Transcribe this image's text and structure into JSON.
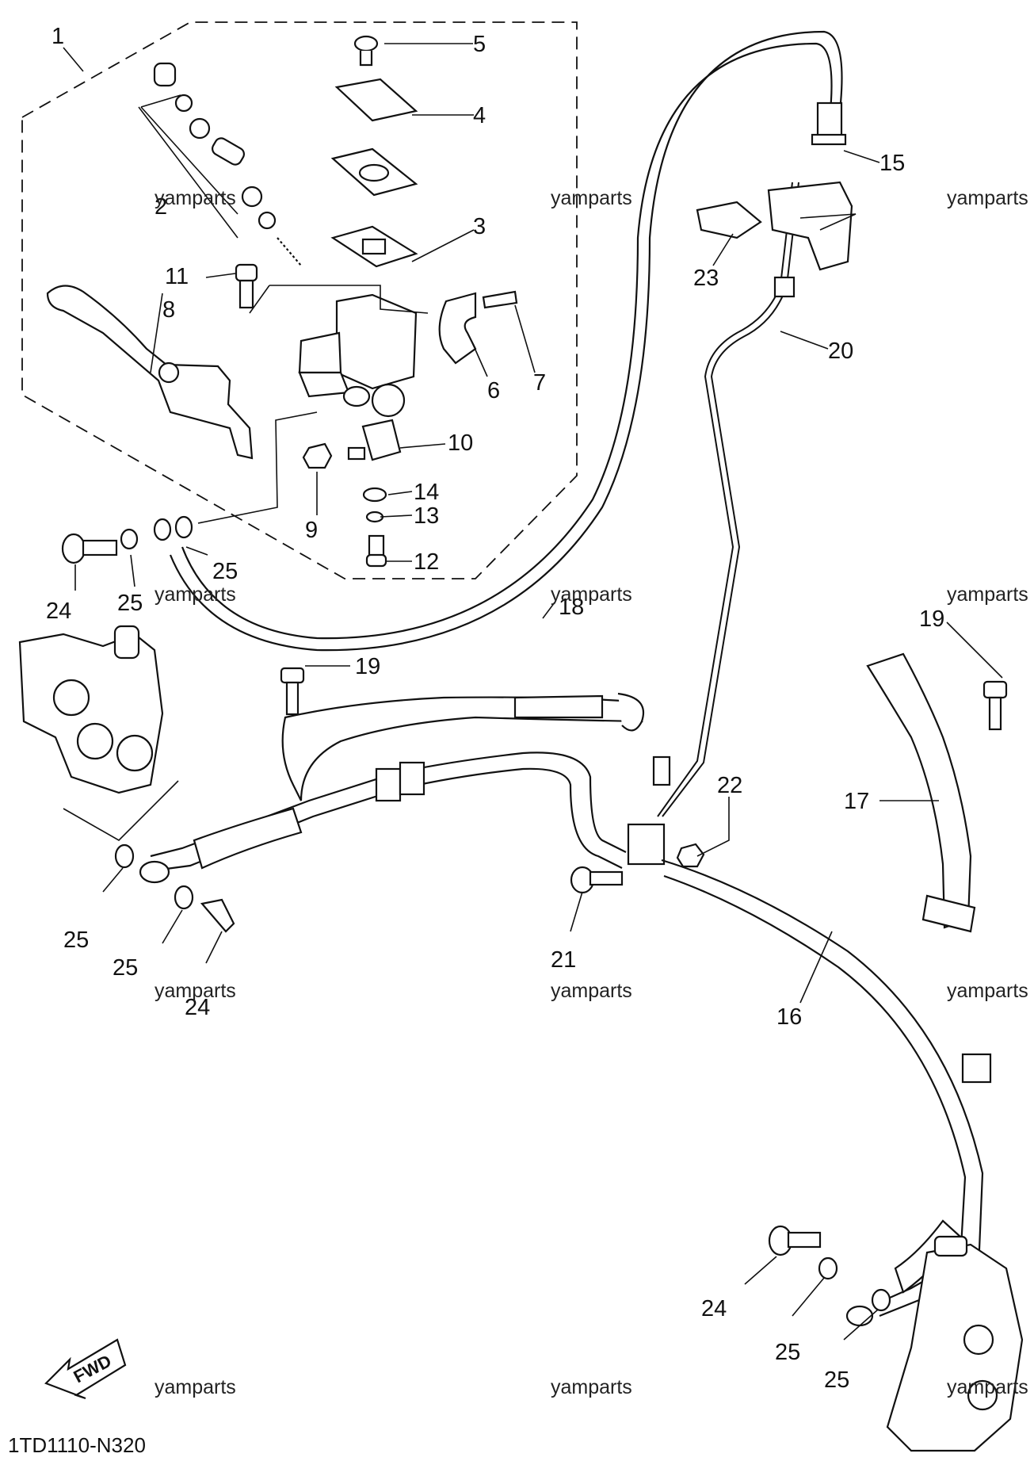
{
  "diagram": {
    "code": "1TD1110-N320",
    "fwd": "FWD",
    "watermark": "yamparts",
    "callouts": [
      "1",
      "2",
      "3",
      "4",
      "5",
      "6",
      "7",
      "8",
      "9",
      "10",
      "11",
      "12",
      "13",
      "14",
      "15",
      "16",
      "17",
      "18",
      "19",
      "19",
      "20",
      "21",
      "22",
      "23",
      "24",
      "24",
      "24",
      "25",
      "25",
      "25",
      "25",
      "25",
      "25"
    ]
  }
}
